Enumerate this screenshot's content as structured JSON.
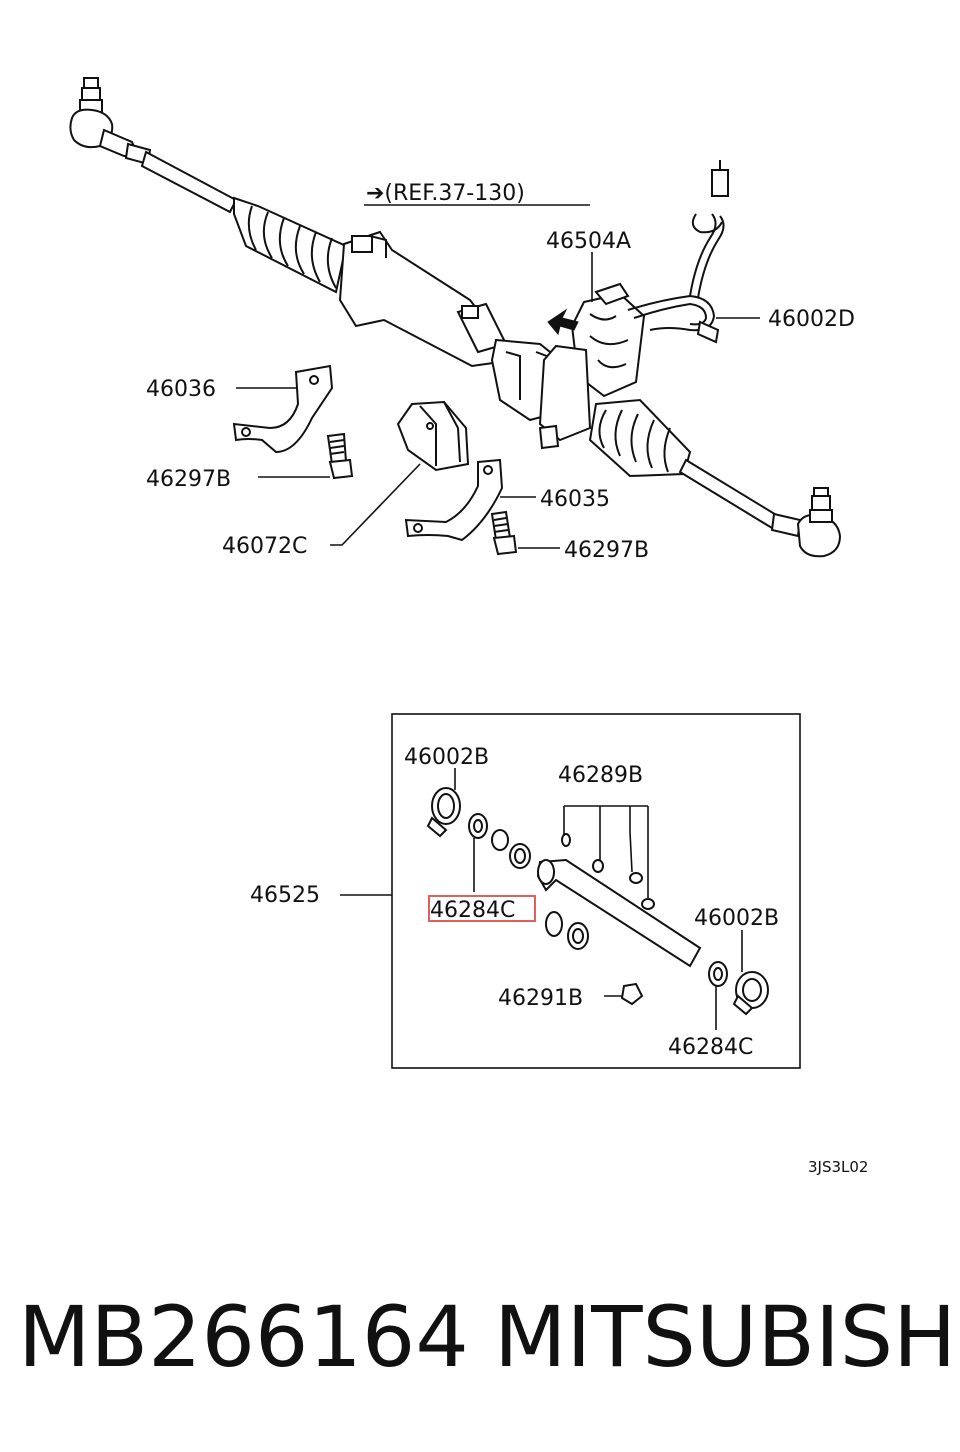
{
  "reference": "➔(REF.37-130)",
  "top_labels": {
    "l46504A": "46504A",
    "l46002D": "46002D",
    "l46036": "46036",
    "l46297B_left": "46297B",
    "l46035": "46035",
    "l46072C": "46072C",
    "l46297B_right": "46297B"
  },
  "inset_labels": {
    "l46002B_top": "46002B",
    "l46289B": "46289B",
    "l46525": "46525",
    "l46284C_highlighted": "46284C",
    "l46002B_right": "46002B",
    "l46291B": "46291B",
    "l46284C_bottom": "46284C"
  },
  "highlight_color": "#e06060",
  "diagram_code": "3JS3L02",
  "part_number": "MB266164",
  "brand": "MITSUBISHI"
}
